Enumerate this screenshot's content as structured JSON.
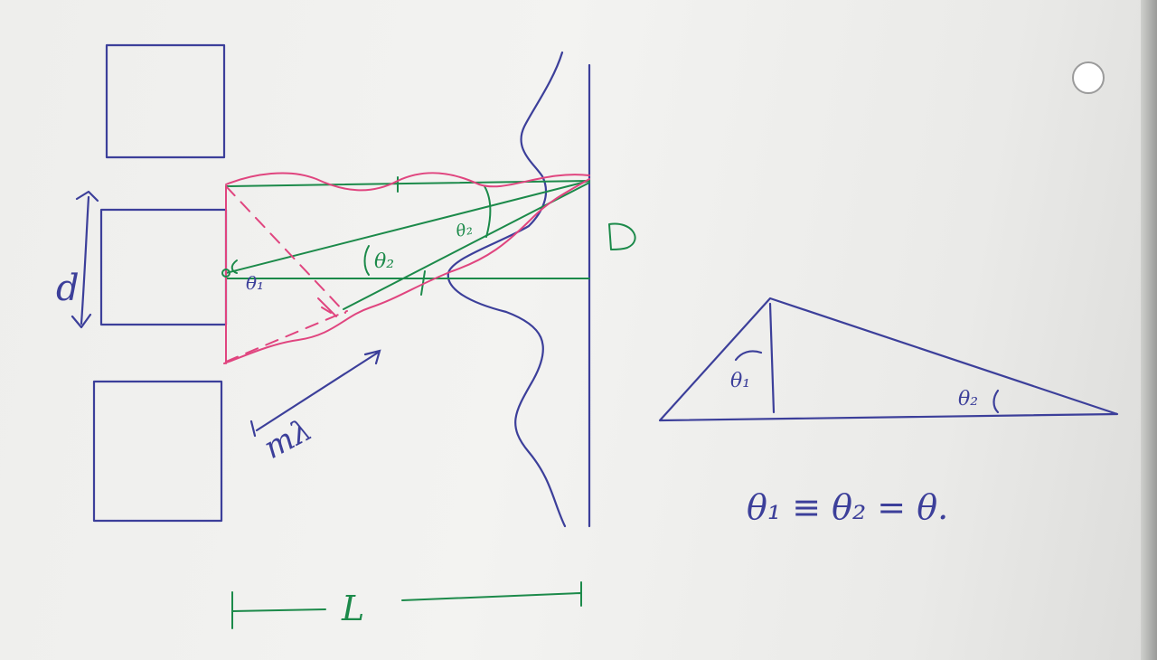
{
  "colors": {
    "ink_blue": "#3c3f9a",
    "ink_green": "#1c8a4a",
    "ink_pink": "#e0457f"
  },
  "labels": {
    "slit_spacing": "d",
    "distance": "L",
    "screen_point": "D",
    "angle1": "θ₁",
    "angle2": "θ₂",
    "path_difference": "mλ"
  },
  "triangle": {
    "angle1": "θ₁",
    "angle2": "θ₂"
  },
  "equation": {
    "text": "θ₁ ≡ θ₂ = θ."
  }
}
